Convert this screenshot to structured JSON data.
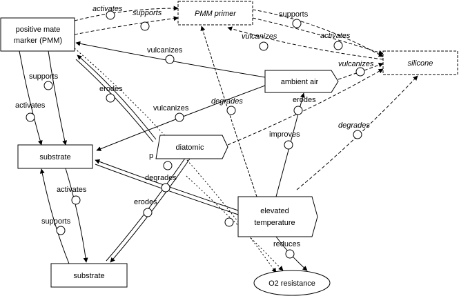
{
  "nodes": {
    "pmm": {
      "line1": "positive mate",
      "line2": "marker (PMM)"
    },
    "primer": "PMM primer",
    "silicone": "silicone",
    "ambient": "ambient air",
    "diatomic": "diatomic",
    "substrate_top": "substrate",
    "substrate_bottom": "substrate",
    "elevated": {
      "line1": "elevated",
      "line2": "temperature"
    },
    "o2": "O2 resistance"
  },
  "edges": {
    "pmm_primer_activates": "activates",
    "pmm_primer_supports": "supports",
    "primer_silicone_supports": "supports",
    "silicone_primer_vulcanizes": "vulcanizes",
    "primer_silicone_activates": "activates",
    "ambient_silicone_vulcanizes": "vulcanizes",
    "ambient_pmm_vulcanizes": "vulcanizes",
    "pmm_substrate_supports": "supports",
    "pmm_substrate_activates": "activates",
    "diatomic_pmm_erodes": "erodes",
    "ambient_substrate_vulcanizes": "vulcanizes",
    "diatomic_silicone_degrades": "degrades",
    "elevated_ambient_erodes": "erodes",
    "elevated_ambient_improves": "improves",
    "elevated_silicone_degrades": "degrades",
    "elevated_substrate_degrades": "degrades",
    "diatomic_substrate_erodes": "erodes",
    "substrate_substrate_activates": "activates",
    "substrate_substrate_supports": "supports",
    "elevated_o2_reduces": "reduces",
    "diatomic_partial": "p"
  }
}
